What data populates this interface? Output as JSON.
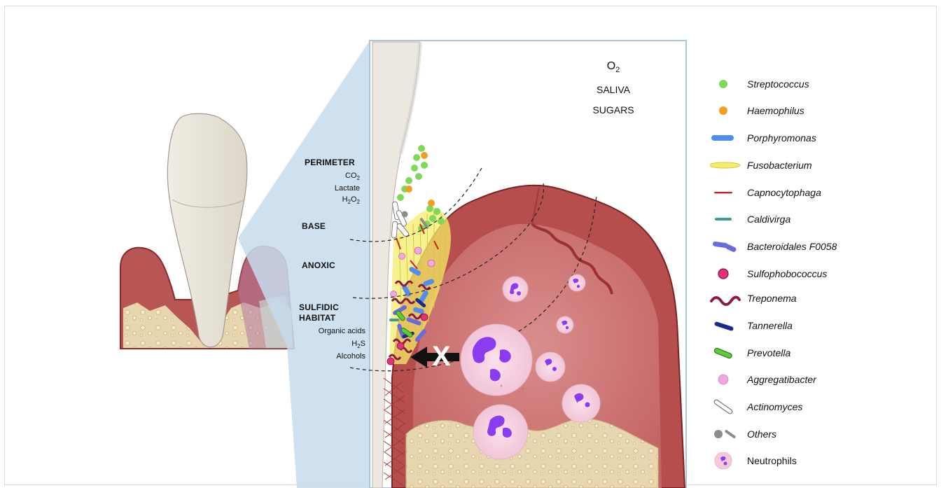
{
  "environment": {
    "o2": "O",
    "o2_sub": "2",
    "saliva": "SALIVA",
    "sugars": "SUGARS"
  },
  "zones": {
    "perimeter": "PERIMETER",
    "perimeter_items": [
      {
        "text": "CO",
        "sub": "2",
        "tail": ""
      },
      {
        "text": "Lactate",
        "sub": "",
        "tail": ""
      },
      {
        "text": "H",
        "sub": "2",
        "tail": "O",
        "sub2": "2"
      }
    ],
    "base": "BASE",
    "anoxic": "ANOXIC",
    "sulfidic_line1": "SULFIDIC",
    "sulfidic_line2": "HABITAT",
    "sulfidic_items": [
      {
        "text": "Organic acids",
        "sub": ""
      },
      {
        "text": "H",
        "sub": "2",
        "tail": "S"
      },
      {
        "text": "Alcohols",
        "sub": ""
      }
    ]
  },
  "blocked_label": "X",
  "legend": [
    {
      "label": "Streptococcus",
      "icon": "green-coccus-icon",
      "color": "#7ed957",
      "italic": true
    },
    {
      "label": "Haemophilus",
      "icon": "orange-coccus-icon",
      "color": "#f0a020",
      "italic": true
    },
    {
      "label": "Porphyromonas",
      "icon": "blue-rod-icon",
      "color": "#4f8ef0",
      "italic": true
    },
    {
      "label": "Fusobacterium",
      "icon": "yellow-spindle-icon",
      "color": "#f6ec6a",
      "italic": true
    },
    {
      "label": "Capnocytophaga",
      "icon": "red-filament-icon",
      "color": "#d61e1e",
      "italic": true
    },
    {
      "label": "Caldivirga",
      "icon": "teal-rod-icon",
      "color": "#3d9a8e",
      "italic": true
    },
    {
      "label": "Bacteroidales F0058",
      "icon": "purple-chain-icon",
      "color": "#6a6ae0",
      "italic": true
    },
    {
      "label": "Sulfophobococcus",
      "icon": "magenta-coccus-icon",
      "color": "#e0337a",
      "italic": true
    },
    {
      "label": "Treponema",
      "icon": "maroon-spiral-icon",
      "color": "#8b1a4a",
      "italic": true
    },
    {
      "label": "Tannerella",
      "icon": "navy-rod-icon",
      "color": "#1a2a8c",
      "italic": true
    },
    {
      "label": "Prevotella",
      "icon": "green-capsule-icon",
      "color": "#5ecb3c",
      "italic": true
    },
    {
      "label": "Aggregatibacter",
      "icon": "pink-coccus-icon",
      "color": "#f0a8e0",
      "italic": true
    },
    {
      "label": "Actinomyces",
      "icon": "white-rod-icon",
      "color": "#ffffff",
      "italic": true
    },
    {
      "label": "Others",
      "icon": "gray-mixed-icon",
      "color": "#8c8c8c",
      "italic": true
    },
    {
      "label": "Neutrophils",
      "icon": "neutrophil-icon",
      "color": "#f5c9dc",
      "italic": false
    }
  ],
  "colors": {
    "gum": "#c86b6b",
    "gum_dark": "#8b2a2a",
    "bone": "#e8d6ae",
    "tooth": "#ece8df",
    "panel_blue": "#c7daec",
    "neutrophil_nucleus": "#8c3cf0"
  }
}
